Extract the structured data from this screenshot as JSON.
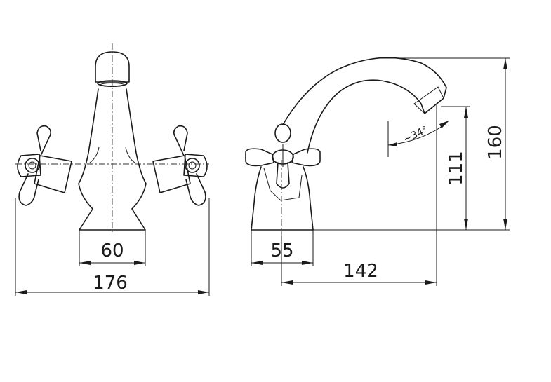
{
  "dimensions": {
    "base_width_front": "60",
    "overall_width": "176",
    "base_width_side": "55",
    "spout_reach": "142",
    "outlet_height": "111",
    "overall_height": "160",
    "spout_angle": "~34°"
  }
}
